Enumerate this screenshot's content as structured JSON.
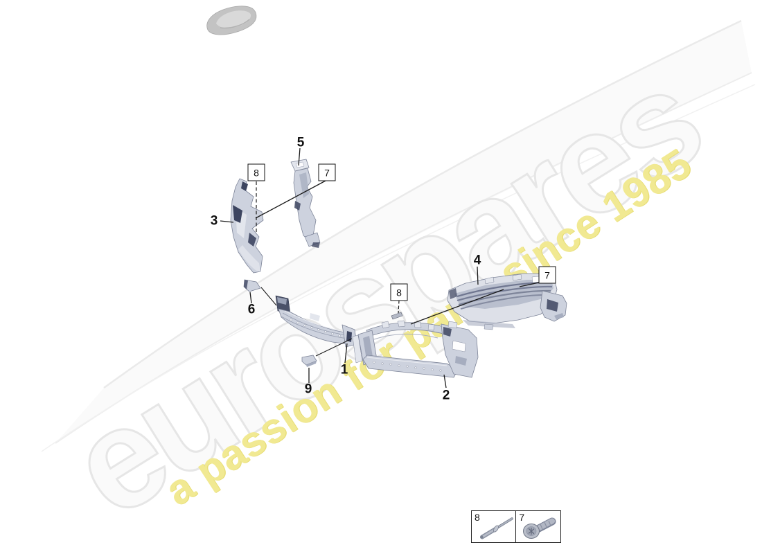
{
  "watermark": {
    "brand": "eurospares",
    "tagline": "a passion for parts since 1985",
    "brand_color": "#fafafa",
    "brand_outline_color": "#e6e6e6",
    "tagline_color": "#f1e992"
  },
  "diagram": {
    "part_labels": [
      {
        "num": "1"
      },
      {
        "num": "2"
      },
      {
        "num": "3"
      },
      {
        "num": "4"
      },
      {
        "num": "5"
      },
      {
        "num": "6"
      },
      {
        "num": "9"
      }
    ],
    "callouts": [
      {
        "num": "8"
      },
      {
        "num": "7"
      },
      {
        "num": "8"
      },
      {
        "num": "7"
      }
    ],
    "part_colors": {
      "base": "#cdd2de",
      "light": "#e3e6ed",
      "shade": "#a6adbf",
      "dark": "#3d4560",
      "outline": "#7d8498"
    }
  },
  "legend": {
    "items": [
      {
        "num": "8",
        "icon": "rivet-icon"
      },
      {
        "num": "7",
        "icon": "screw-icon"
      }
    ]
  }
}
